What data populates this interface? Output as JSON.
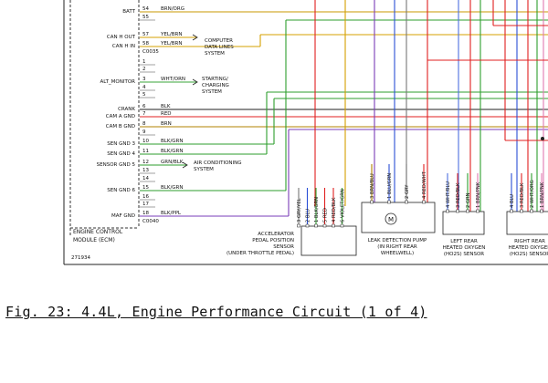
{
  "ecm": {
    "title_line1": "ENGINE CONTROL",
    "title_line2": "MODULE (ECM)",
    "pins": [
      {
        "label": "BATT",
        "num": "54",
        "wire": "BRN/ORG",
        "color": "#c89a00"
      },
      {
        "label": "",
        "num": "55",
        "wire": "",
        "color": ""
      },
      {
        "label": "CAN H OUT",
        "num": "57",
        "wire": "YEL/BRN",
        "color": "#d4a000"
      },
      {
        "label": "CAN H IN",
        "num": "58",
        "wire": "YEL/BRN",
        "color": "#d4a000"
      },
      {
        "label": "",
        "num": "C0035",
        "wire": "",
        "color": ""
      },
      {
        "label": "",
        "num": "1",
        "wire": "",
        "color": ""
      },
      {
        "label": "",
        "num": "2",
        "wire": "",
        "color": ""
      },
      {
        "label": "ALT_MONITOR",
        "num": "3",
        "wire": "WHT/ORN",
        "color": "#3aa63a"
      },
      {
        "label": "",
        "num": "4",
        "wire": "",
        "color": ""
      },
      {
        "label": "",
        "num": "5",
        "wire": "",
        "color": ""
      },
      {
        "label": "CRANK",
        "num": "6",
        "wire": "BLK",
        "color": "#222222"
      },
      {
        "label": "CAM A GND",
        "num": "7",
        "wire": "RED",
        "color": "#e02020"
      },
      {
        "label": "CAM B GND",
        "num": "8",
        "wire": "BRN",
        "color": "#b08000"
      },
      {
        "label": "",
        "num": "9",
        "wire": "",
        "color": ""
      },
      {
        "label": "SEN GND 3",
        "num": "10",
        "wire": "BLK/GRN",
        "color": "#2e9e2e"
      },
      {
        "label": "SEN GND 4",
        "num": "11",
        "wire": "BLK/GRN",
        "color": "#2e9e2e"
      },
      {
        "label": "SENSOR GND 5",
        "num": "12",
        "wire": "GRN/BLK",
        "color": "#2e9e2e"
      },
      {
        "label": "",
        "num": "13",
        "wire": "",
        "color": ""
      },
      {
        "label": "",
        "num": "14",
        "wire": "",
        "color": ""
      },
      {
        "label": "SEN GND 6",
        "num": "15",
        "wire": "BLK/GRN",
        "color": "#2e9e2e"
      },
      {
        "label": "",
        "num": "16",
        "wire": "",
        "color": ""
      },
      {
        "label": "",
        "num": "17",
        "wire": "",
        "color": ""
      },
      {
        "label": "MAF GND",
        "num": "18",
        "wire": "BLK/PPL",
        "color": "#7a3db8"
      },
      {
        "label": "",
        "num": "C0040",
        "wire": "",
        "color": ""
      }
    ],
    "notes": {
      "computer": [
        "COMPUTER",
        "DATA LINES",
        "SYSTEM"
      ],
      "starting": [
        "STARTING/",
        "CHARGING",
        "SYSTEM"
      ],
      "aircon": [
        "AIR CONDITIONING",
        "SYSTEM"
      ]
    },
    "ref_number": "271934"
  },
  "components": [
    {
      "name": "accelerator",
      "label": [
        "ACCELERATOR",
        "PEDAL POSITION",
        "SENSOR",
        "(UNDER THROTTLE PEDAL)"
      ],
      "wires": [
        {
          "num": "3",
          "wire": "GRY/YEL",
          "color": "#777777"
        },
        {
          "num": "2",
          "wire": "BLU",
          "color": "#2a4fd6"
        },
        {
          "num": "1",
          "wire": "BLK/GRN",
          "color": "#2e9e2e"
        },
        {
          "num": "5",
          "wire": "RED",
          "color": "#e02020"
        },
        {
          "num": "4",
          "wire": "RED/BLK",
          "color": "#e02020"
        },
        {
          "num": "6",
          "wire": "VIOLET/GRN",
          "color": "#3aa63a"
        }
      ]
    },
    {
      "name": "leak",
      "label": [
        "LEAK DETECTION PUMP",
        "(IN RIGHT REAR",
        "WHEELWELL)"
      ],
      "wires": [
        {
          "num": "3",
          "wire": "BRN/BLU",
          "color": "#b08000"
        },
        {
          "num": "1",
          "wire": "BLU/GRN",
          "color": "#2a4fd6"
        },
        {
          "num": "2",
          "wire": "GRY",
          "color": "#777777"
        },
        {
          "num": "4",
          "wire": "RED/WHT",
          "color": "#e02020"
        }
      ]
    },
    {
      "name": "left-o2",
      "label": [
        "LEFT REAR",
        "HEATED OXYGEN",
        "(HO2S) SENSOR"
      ],
      "wires": [
        {
          "num": "4",
          "wire": "WHT/BLU",
          "color": "#4d6fe0"
        },
        {
          "num": "3",
          "wire": "RED/BLK",
          "color": "#e02020"
        },
        {
          "num": "2",
          "wire": "GRN",
          "color": "#2e9e2e"
        },
        {
          "num": "1",
          "wire": "BRN/PNK",
          "color": "#e07ab0"
        }
      ]
    },
    {
      "name": "right-o2",
      "label": [
        "RIGHT REAR",
        "HEATED OXYGEN",
        "(HO2S) SENSOR"
      ],
      "wires": [
        {
          "num": "4",
          "wire": "BLU",
          "color": "#2a4fd6"
        },
        {
          "num": "3",
          "wire": "RED/BLK",
          "color": "#e02020"
        },
        {
          "num": "2",
          "wire": "WHT/ORG",
          "color": "#2e9e2e"
        },
        {
          "num": "1",
          "wire": "BRN/PNK",
          "color": "#e07ab0"
        }
      ]
    }
  ],
  "caption": "Fig. 23: 4.4L, Engine Performance Circuit (1 of 4)"
}
